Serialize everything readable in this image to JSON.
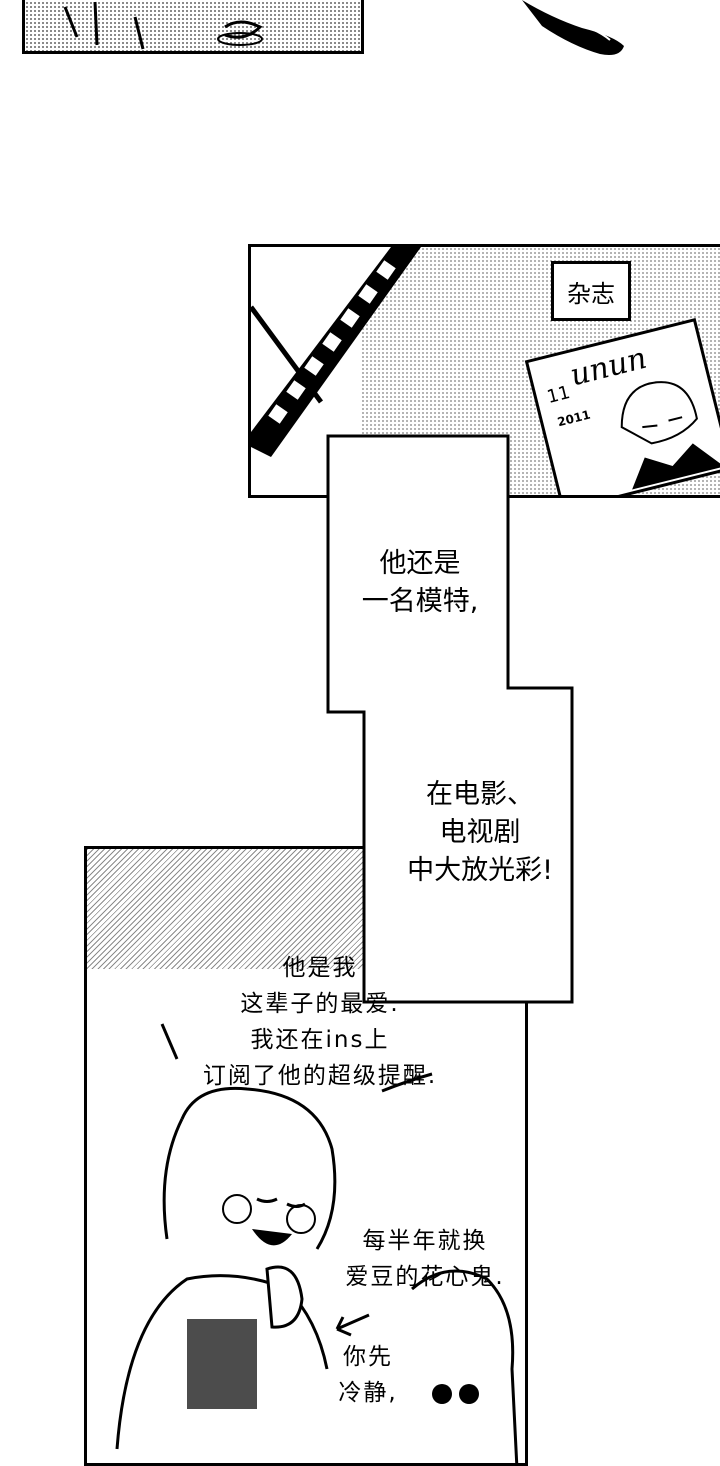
{
  "panels": {
    "top_left": {},
    "magazine": {
      "sign_label": "杂志",
      "magazine_cover": {
        "issue_number": "11",
        "logo_text": "unun",
        "year_text": "2011"
      }
    }
  },
  "narration": {
    "box1": [
      "他还是",
      "一名模特,"
    ],
    "box2": [
      "在电影、",
      "电视剧",
      "中大放光彩!"
    ]
  },
  "dialogue": {
    "speech1": [
      "他是我",
      "这辈子的最爱.",
      "我还在ins上",
      "订阅了他的超级提醒."
    ],
    "speech2": [
      "每半年就换",
      "爱豆的花心鬼."
    ],
    "speech3": [
      "你先",
      "冷静,"
    ]
  }
}
